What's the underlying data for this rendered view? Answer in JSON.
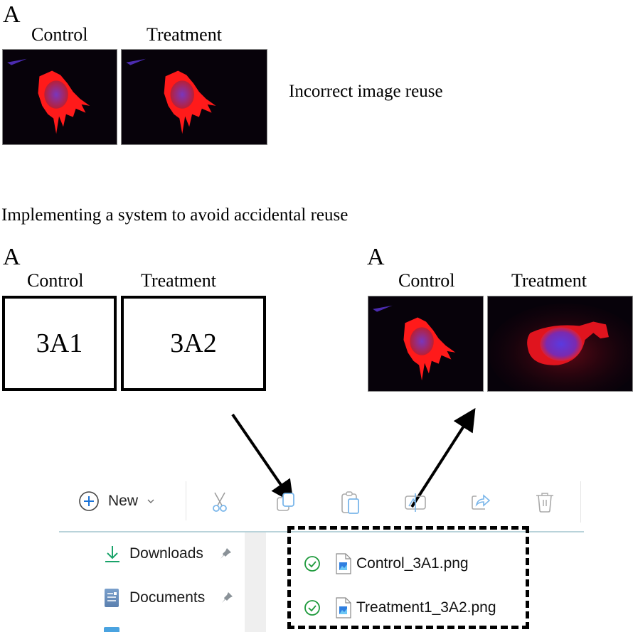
{
  "top": {
    "panel_letter": "A",
    "control_label": "Control",
    "treatment_label": "Treatment",
    "caption": "Incorrect image reuse"
  },
  "section_title": "Implementing a system to avoid accidental reuse",
  "placeholder_panel": {
    "panel_letter": "A",
    "control_label": "Control",
    "treatment_label": "Treatment",
    "control_code": "3A1",
    "treatment_code": "3A2"
  },
  "final_panel": {
    "panel_letter": "A",
    "control_label": "Control",
    "treatment_label": "Treatment"
  },
  "explorer": {
    "toolbar": {
      "new_label": "New",
      "buttons": [
        {
          "name": "cut",
          "icon": "scissors-icon"
        },
        {
          "name": "copy",
          "icon": "copy-icon"
        },
        {
          "name": "paste",
          "icon": "paste-icon"
        },
        {
          "name": "rename",
          "icon": "rename-icon"
        },
        {
          "name": "share",
          "icon": "share-icon"
        },
        {
          "name": "delete",
          "icon": "trash-icon"
        }
      ]
    },
    "sidebar": [
      {
        "label": "Downloads",
        "icon": "download-icon",
        "pinned": true
      },
      {
        "label": "Documents",
        "icon": "document-icon",
        "pinned": true
      }
    ],
    "files": [
      {
        "name": "Control_3A1.png",
        "status": "synced"
      },
      {
        "name": "Treatment1_3A2.png",
        "status": "synced"
      }
    ]
  }
}
